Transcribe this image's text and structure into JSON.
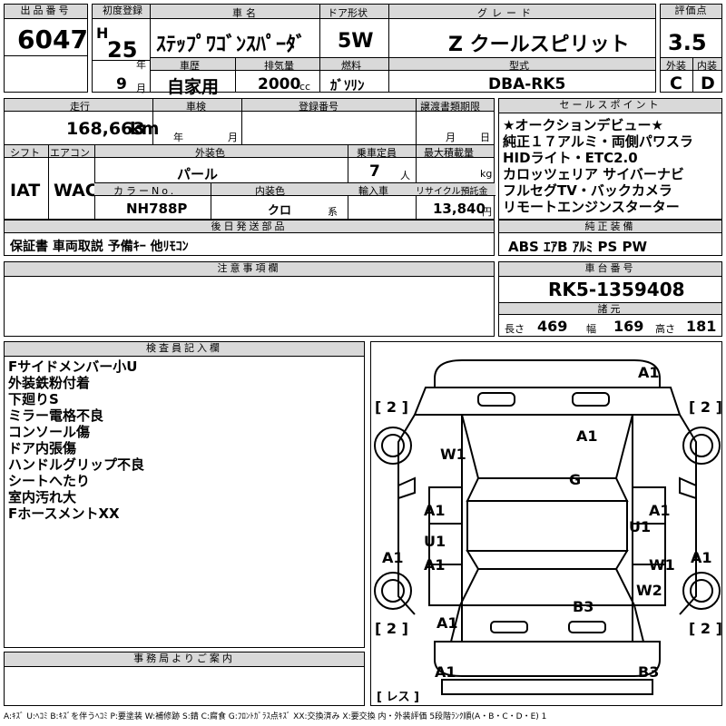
{
  "headers": {
    "lot_no": "出品番号",
    "first_reg": "初度登録",
    "car_name": "車名",
    "door": "ドア形状",
    "grade": "グレード",
    "rating": "評価点",
    "history": "車歴",
    "displacement": "排気量",
    "fuel": "燃料",
    "model": "型式",
    "exterior": "外装",
    "interior": "内装",
    "mileage": "走行",
    "inspection": "車検",
    "reg_no": "登録番号",
    "transfer": "譲渡書類期限",
    "shift": "シフト",
    "aircon": "エアコン",
    "ext_color": "外装色",
    "capacity": "乗車定員",
    "max_load": "最大積載量",
    "color_no": "カラーNo.",
    "int_color": "内装色",
    "import": "輸入車",
    "recycle": "リサイクル預託金",
    "later_parts": "後日発送部品",
    "notes": "注意事項欄",
    "sales_points": "セールスポイント",
    "equipment": "純正装備",
    "chassis": "車台番号",
    "specs": "諸元",
    "inspector": "検査員記入欄",
    "office": "事務局よりご案内"
  },
  "lot_no": "6047",
  "era": "H",
  "year": "25",
  "year_unit": "年",
  "month": "9",
  "month_unit": "月",
  "car_name": "ｽﾃｯﾌﾟﾜｺﾞﾝｽﾊﾟｰﾀﾞ",
  "door": "5W",
  "grade": "Z クールスピリット",
  "rating": "3.5",
  "history": "自家用",
  "displacement": "2000",
  "displacement_unit": "cc",
  "fuel": "ｶﾞｿﾘﾝ",
  "model": "DBA-RK5",
  "exterior_grade": "C",
  "interior_grade": "D",
  "mileage": "168,663",
  "mileage_unit": "km",
  "insp_year_unit": "年",
  "insp_month_unit": "月",
  "transfer_month_unit": "月",
  "transfer_day_unit": "日",
  "shift": "IAT",
  "aircon": "WAC",
  "ext_color": "パール",
  "capacity": "7",
  "capacity_unit": "人",
  "max_load_unit": "kg",
  "color_no": "NH788P",
  "int_color": "クロ",
  "int_color_unit": "系",
  "recycle": "13,840",
  "recycle_unit": "円",
  "later_parts": "保証書 車両取説 予備ｷｰ 他ﾘﾓｺﾝ",
  "sales_points": [
    "★オークションデビュー★",
    "純正１７アルミ・両側パワスラ",
    "HIDライト・ETC2.0",
    "カロッツェリア サイバーナビ",
    "フルセグTV・バックカメラ",
    "リモートエンジンスターター"
  ],
  "equipment": "ABS ｴｱB ｱﾙﾐ PS PW",
  "chassis_no": "RK5-1359408",
  "spec_length_label": "長さ",
  "spec_length": "469",
  "spec_width_label": "幅",
  "spec_width": "169",
  "spec_height_label": "高さ",
  "spec_height": "181",
  "inspector_notes": [
    "Fサイドメンバー小U",
    "外装鉄粉付着",
    "下廻りS",
    "ミラー電格不良",
    "コンソール傷",
    "ドア内張傷",
    "ハンドルグリップ不良",
    "シートへたり",
    "室内汚れ大",
    "FホースメントXX"
  ],
  "diagram_marks": {
    "front_bumper": "A1",
    "hood": "A1",
    "roof": "G",
    "left_front_fender": "W1",
    "left_front_door": "A1",
    "left_rear_door_u": "U1",
    "left_rear_door_a": "A1",
    "left_wheel": "A1",
    "left_rear_fender": "A1",
    "right_front_door": "A1",
    "right_front_door_u": "U1",
    "right_wheel": "A1",
    "right_rear_door_w": "W1",
    "right_rear_fender": "W2",
    "back_door": "B3",
    "rear_bumper_left": "A1",
    "rear_bumper_right": "B3"
  },
  "tire_tags": {
    "fl": "[ 2 ]",
    "fr": "[ 2 ]",
    "rl": "[ 2 ]",
    "rr": "[ 2 ]",
    "spare": "[ レス ]"
  },
  "legend": "A:ｷｽﾞ U:ﾍｺﾐ B:ｷｽﾞを伴うﾍｺﾐ P:要塗装 W:補修跡 S:錆 C:腐食 G:ﾌﾛﾝﾄｶﾞﾗｽ点ｷｽﾞ XX:交換済み X:要交換 内・外装評価 5段階ﾗﾝｸ順(A・B・C・D・E) 1"
}
